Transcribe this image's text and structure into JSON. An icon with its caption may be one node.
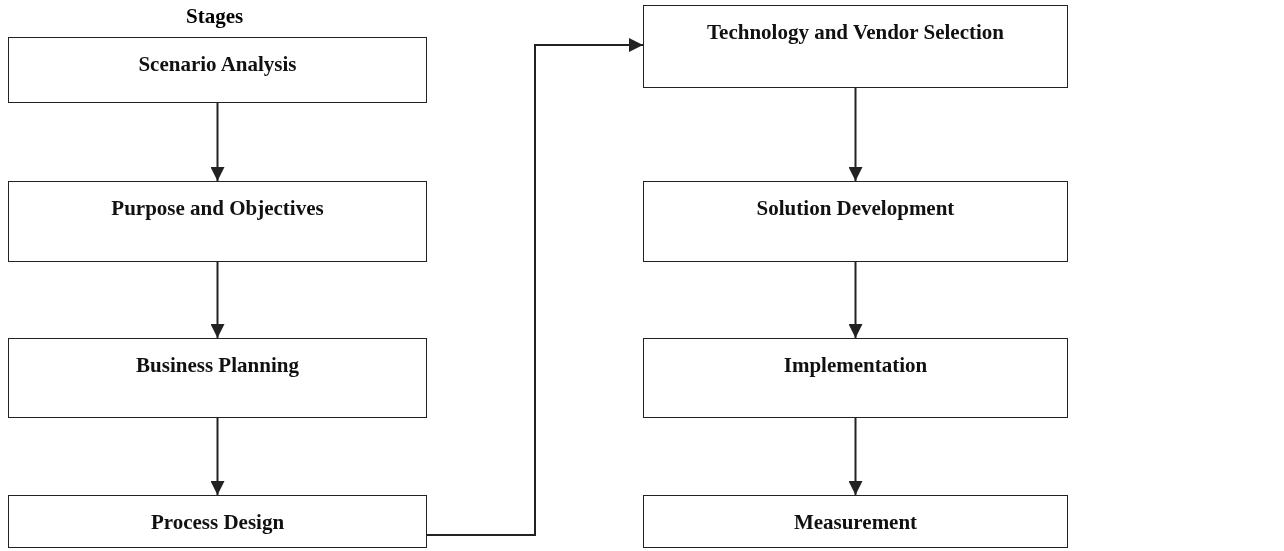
{
  "diagram": {
    "nodes": [
      {
        "text": [
          "Scenario Analysis"
        ]
      },
      {
        "text": [
          "Purpose and Objectives"
        ]
      },
      {
        "text": [
          "Business Planning"
        ]
      },
      {
        "text": [
          "Process Design"
        ]
      },
      {
        "text": [
          "Technology and Vendor Selection"
        ]
      },
      {
        "text": [
          "Solution Development"
        ]
      },
      {
        "text": [
          "Implementation"
        ]
      },
      {
        "text": [
          "Measurement"
        ]
      }
    ],
    "edges": [
      {
        "from": 0,
        "to": 1,
        "arrow": "to"
      },
      {
        "from": 1,
        "to": 2,
        "arrow": "to"
      },
      {
        "from": 2,
        "to": 3,
        "arrow": "to"
      },
      {
        "from": 3,
        "to": 4,
        "arrow": "to"
      },
      {
        "from": 4,
        "to": 5,
        "arrow": "to"
      },
      {
        "from": 5,
        "to": 6,
        "arrow": "to"
      },
      {
        "from": 6,
        "to": 7,
        "arrow": "to"
      }
    ],
    "labels": [
      "Stages"
    ]
  }
}
